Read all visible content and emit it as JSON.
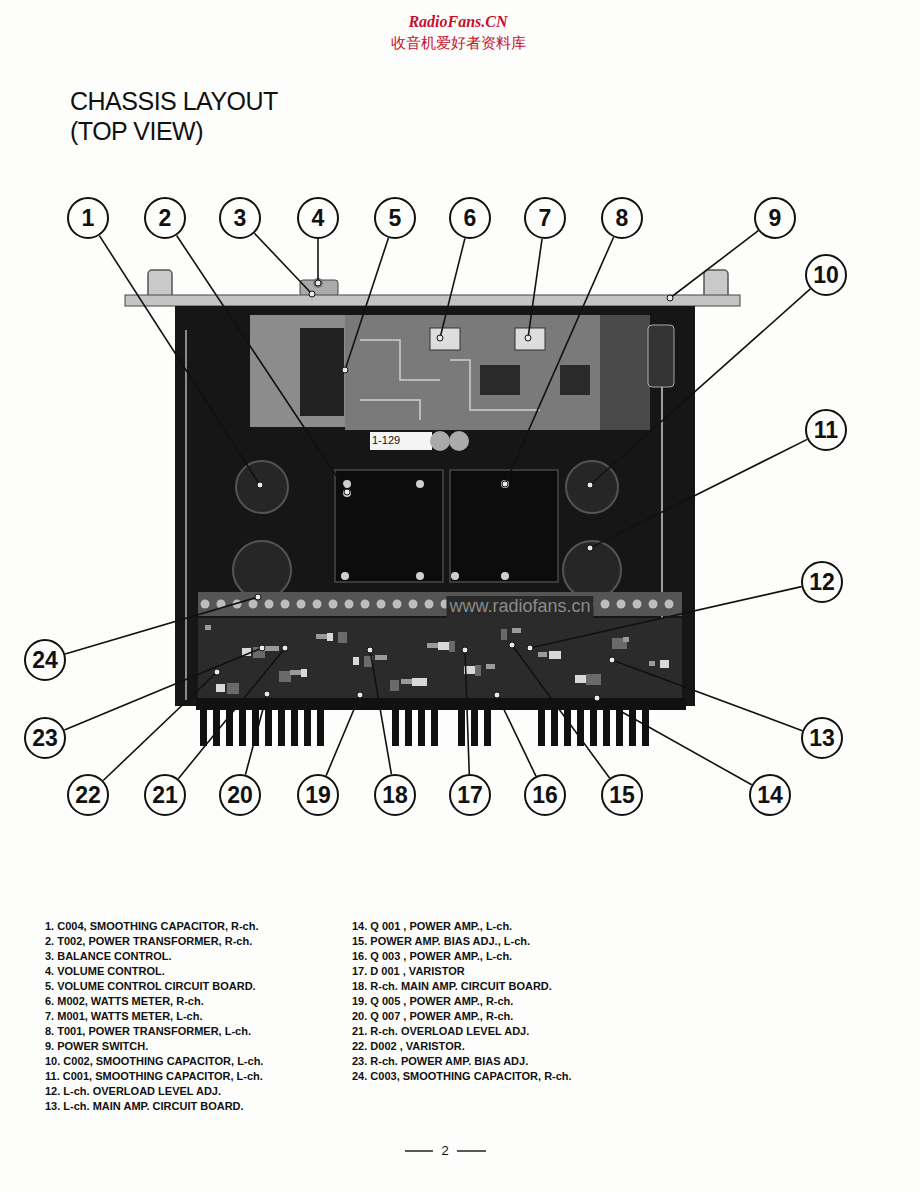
{
  "diagram": {
    "title": "CHASSIS LAYOUT (TOP VIEW)",
    "nodes": [
      {
        "text": [
          "1"
        ]
      },
      {
        "text": [
          "2"
        ]
      },
      {
        "text": [
          "3"
        ]
      },
      {
        "text": [
          "4"
        ]
      },
      {
        "text": [
          "5"
        ]
      },
      {
        "text": [
          "6"
        ]
      },
      {
        "text": [
          "7"
        ]
      },
      {
        "text": [
          "8"
        ]
      },
      {
        "text": [
          "9"
        ]
      },
      {
        "text": [
          "10"
        ]
      },
      {
        "text": [
          "11"
        ]
      },
      {
        "text": [
          "12"
        ]
      },
      {
        "text": [
          "13"
        ]
      },
      {
        "text": [
          "14"
        ]
      },
      {
        "text": [
          "15"
        ]
      },
      {
        "text": [
          "16"
        ]
      },
      {
        "text": [
          "17"
        ]
      },
      {
        "text": [
          "18"
        ]
      },
      {
        "text": [
          "19"
        ]
      },
      {
        "text": [
          "20"
        ]
      },
      {
        "text": [
          "21"
        ]
      },
      {
        "text": [
          "22"
        ]
      },
      {
        "text": [
          "23"
        ]
      },
      {
        "text": [
          "24"
        ]
      }
    ],
    "labels": [
      "RadioFans.CN",
      "收音机爱好者资料库",
      "1-129",
      "www.radiofans.cn",
      "1. C004, SMOOTHING CAPACITOR, R-ch.",
      "2. T002, POWER TRANSFORMER, R-ch.",
      "3. BALANCE CONTROL.",
      "4. VOLUME CONTROL.",
      "5. VOLUME CONTROL CIRCUIT BOARD.",
      "6. M002, WATTS METER, R-ch.",
      "7. M001, WATTS METER, L-ch.",
      "8. T001, POWER TRANSFORMER, L-ch.",
      "9. POWER SWITCH.",
      "10. C002, SMOOTHING CAPACITOR, L-ch.",
      "11. C001, SMOOTHING CAPACITOR, L-ch.",
      "12. L-ch. OVERLOAD LEVEL ADJ.",
      "13. L-ch. MAIN AMP. CIRCUIT BOARD.",
      "14. Q 001 , POWER AMP., L-ch.",
      "15. POWER AMP. BIAS ADJ., L-ch.",
      "16. Q 003 , POWER AMP., L-ch.",
      "17. D 001 , VARISTOR",
      "18. R-ch. MAIN AMP. CIRCUIT BOARD.",
      "19. Q 005 , POWER AMP., R-ch.",
      "20. Q 007 , POWER AMP., R-ch.",
      "21. R-ch. OVERLOAD LEVEL ADJ.",
      "22. D002 , VARISTOR.",
      "23. R-ch. POWER AMP. BIAS ADJ.",
      "24. C003, SMOOTHING CAPACITOR, R-ch.",
      "2"
    ]
  }
}
